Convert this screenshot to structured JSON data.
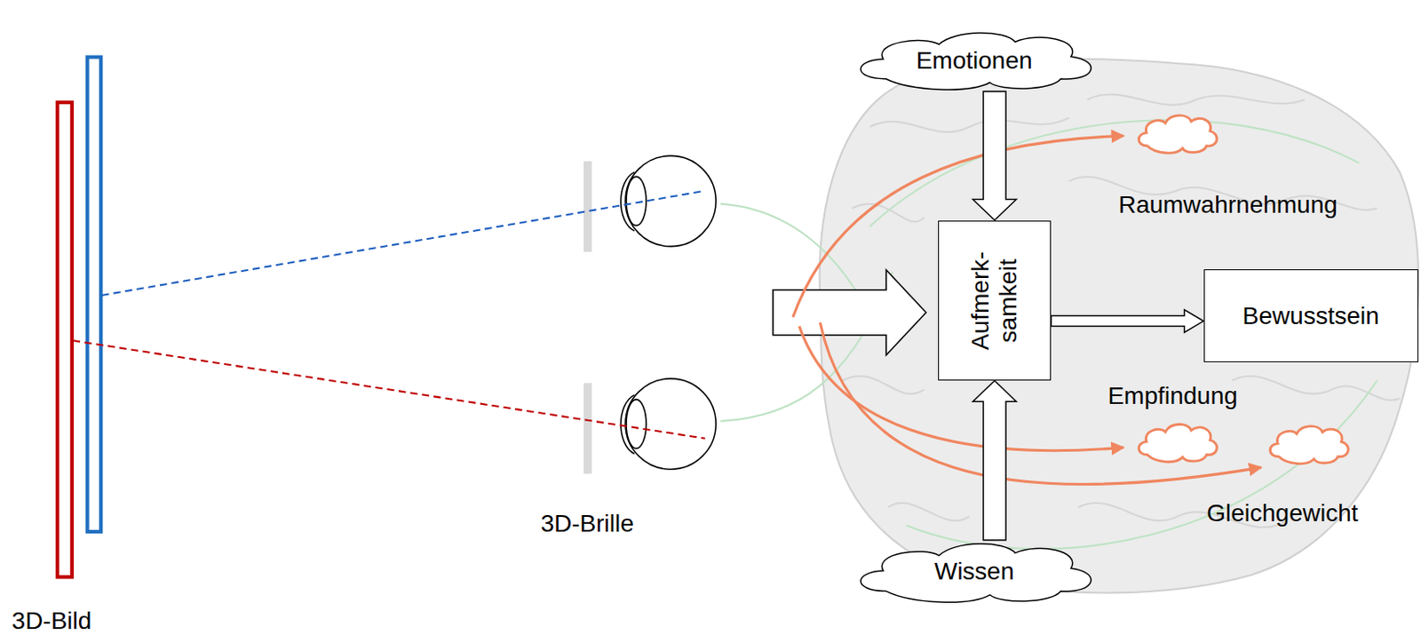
{
  "diagram": {
    "nodes": [
      {
        "text": [
          "Emotionen"
        ]
      },
      {
        "text": [
          "Aufmerk- samkeit"
        ]
      },
      {
        "text": [
          "Bewusstsein"
        ]
      },
      {
        "text": [
          "Wissen"
        ]
      }
    ],
    "edges": [
      {
        "from": 0,
        "to": 1,
        "arrow": "to"
      },
      {
        "from": 3,
        "to": 1,
        "arrow": "to"
      },
      {
        "from": 1,
        "to": 2,
        "arrow": "to"
      }
    ],
    "labels": [
      "3D-Bild",
      "3D-Brille",
      "Raumwahrnehmung",
      "Empfindung",
      "Gleichgewicht"
    ]
  }
}
